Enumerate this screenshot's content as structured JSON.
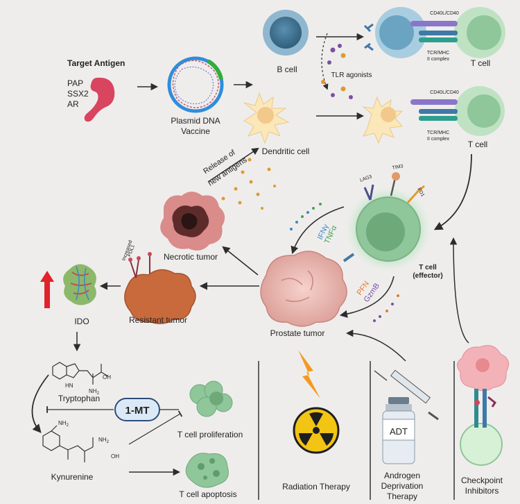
{
  "target_antigen": {
    "title": "Target Antigen",
    "items": [
      "PAP",
      "SSX2",
      "AR"
    ]
  },
  "vaccine": {
    "line1": "Plasmid DNA",
    "line2": "Vaccine"
  },
  "cells": {
    "b_cell": "B cell",
    "dendritic_cell": "Dendritic cell",
    "t_cell_top": "T cell",
    "t_cell_mid": "T cell",
    "t_cell_effector_line1": "T cell",
    "t_cell_effector_line2": "(effector)"
  },
  "tlr_agonists": "TLR agonists",
  "synapse": {
    "cd40_top": "CD40L/CD40",
    "tcr_top_line1": "TCR/MHC",
    "tcr_top_line2": "II complex",
    "cd40_mid": "CD40L/CD40",
    "tcr_mid_line1": "TCR/MHC",
    "tcr_mid_line2": "II complex"
  },
  "release": {
    "line1": "Release of",
    "line2": "new antigens"
  },
  "checkpoints": {
    "lag3": "LAG3",
    "tim3": "TIM3",
    "pd1": "PD1"
  },
  "cytokines": {
    "ifn": "IFNγ",
    "tnf": "TNFα",
    "pfn": "PFN",
    "gzmb": "GzmB"
  },
  "tumors": {
    "necrotic": "Necrotic tumor",
    "resistant": "Resistant tumor",
    "prostate": "Prostate tumor",
    "increased_pdl1_line1": "Increased",
    "increased_pdl1_line2": "PDL1"
  },
  "ido_pathway": {
    "ido": "IDO",
    "tryptophan": "Tryptophan",
    "kynurenine": "Kynurenine",
    "inhibitor": "1-MT",
    "t_cell_proliferation": "T cell proliferation",
    "t_cell_apoptosis": "T cell apoptosis",
    "nh2_trp": "NH",
    "nh2_trp_sub": "2",
    "oh_trp": "OH",
    "hn_trp": "HN",
    "nh2_kyn": "NH",
    "nh2_kyn_sub": "2",
    "nh2_kyn_top": "NH",
    "nh2_kyn_top_sub": "2",
    "oh_kyn": "OH"
  },
  "therapies": {
    "radiation": "Radiation Therapy",
    "adt_vial": "ADT",
    "adt_line1": "Androgen",
    "adt_line2": "Deprivation",
    "adt_line3": "Therapy",
    "checkpoint_line1": "Checkpoint",
    "checkpoint_line2": "Inhibitors"
  },
  "colors": {
    "background": "#efedec",
    "arrow": "#2d2d2d",
    "red_arrow": "#e0232b",
    "b_cell": "#3d6f8c",
    "dendritic": "#fbe7b8",
    "t_cell": "#8fc69a",
    "tumor": "#e8b9b3",
    "resistant_tumor": "#c86a3c",
    "radiation_yellow": "#f2c414",
    "lightning": "#f39a1e"
  }
}
